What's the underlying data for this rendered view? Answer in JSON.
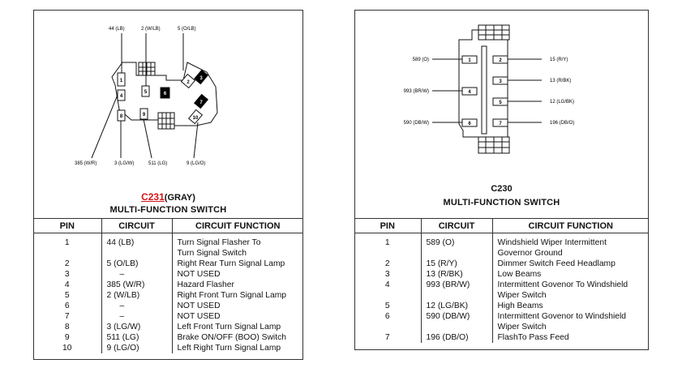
{
  "left": {
    "connector_code": "C231",
    "connector_color": "(GRAY)",
    "connector_name": "MULTI-FUNCTION SWITCH",
    "wire_labels": {
      "top_1": "44 (LB)",
      "top_2": "2 (W/LB)",
      "top_3": "5 (O/LB)",
      "bottom_1": "385 (W/R)",
      "bottom_2": "3 (LG/W)",
      "bottom_3": "511 (LG)",
      "bottom_4": "9 (LG/O)"
    },
    "pin_numbers": [
      "1",
      "2",
      "3",
      "4",
      "5",
      "6",
      "7",
      "8",
      "9",
      "10"
    ],
    "headers": {
      "pin": "PIN",
      "circuit": "CIRCUIT",
      "function": "CIRCUIT FUNCTION"
    },
    "rows": [
      {
        "pin": "1",
        "circuit": "44 (LB)",
        "function": [
          "Turn Signal Flasher To",
          "Turn Signal Switch"
        ]
      },
      {
        "pin": "2",
        "circuit": "5 (O/LB)",
        "function": [
          "Right Rear Turn Signal Lamp"
        ]
      },
      {
        "pin": "3",
        "circuit": "–",
        "function": [
          "NOT USED"
        ]
      },
      {
        "pin": "4",
        "circuit": "385 (W/R)",
        "function": [
          "Hazard Flasher"
        ]
      },
      {
        "pin": "5",
        "circuit": "2 (W/LB)",
        "function": [
          "Right Front Turn Signal Lamp"
        ]
      },
      {
        "pin": "6",
        "circuit": "–",
        "function": [
          "NOT USED"
        ]
      },
      {
        "pin": "7",
        "circuit": "–",
        "function": [
          "NOT USED"
        ]
      },
      {
        "pin": "8",
        "circuit": "3 (LG/W)",
        "function": [
          "Left Front Turn Signal Lamp"
        ]
      },
      {
        "pin": "9",
        "circuit": "511 (LG)",
        "function": [
          "Brake ON/OFF (BOO) Switch"
        ]
      },
      {
        "pin": "10",
        "circuit": "9 (LG/O)",
        "function": [
          "Left Right Turn Signal Lamp"
        ]
      }
    ]
  },
  "right": {
    "connector_code": "C230",
    "connector_name": "MULTI-FUNCTION SWITCH",
    "wire_labels": {
      "l1": "589 (O)",
      "l4": "993 (BR/W)",
      "l6": "590 (DB/W)",
      "r2": "15 (R/Y)",
      "r3": "13 (R/BK)",
      "r5": "12 (LG/BK)",
      "r7": "196 (DB/O)"
    },
    "pin_numbers": [
      "1",
      "2",
      "3",
      "4",
      "5",
      "6",
      "7"
    ],
    "headers": {
      "pin": "PIN",
      "circuit": "CIRCUIT",
      "function": "CIRCUIT FUNCTION"
    },
    "rows": [
      {
        "pin": "1",
        "circuit": "589 (O)",
        "function": [
          "Windshield Wiper Intermittent",
          "Governor Ground"
        ]
      },
      {
        "pin": "2",
        "circuit": "15 (R/Y)",
        "function": [
          "Dimmer Switch Feed Headlamp"
        ]
      },
      {
        "pin": "3",
        "circuit": "13 (R/BK)",
        "function": [
          "Low Beams"
        ]
      },
      {
        "pin": "4",
        "circuit": "993 (BR/W)",
        "function": [
          "Intermittent Govenor To Windshield",
          "Wiper Switch"
        ]
      },
      {
        "pin": "5",
        "circuit": "12 (LG/BK)",
        "function": [
          "High Beams"
        ]
      },
      {
        "pin": "6",
        "circuit": "590 (DB/W)",
        "function": [
          "Intermittent Govenor to Windshield",
          "Wiper Switch"
        ]
      },
      {
        "pin": "7",
        "circuit": "196 (DB/O)",
        "function": [
          "FlashTo Pass Feed"
        ]
      }
    ]
  }
}
